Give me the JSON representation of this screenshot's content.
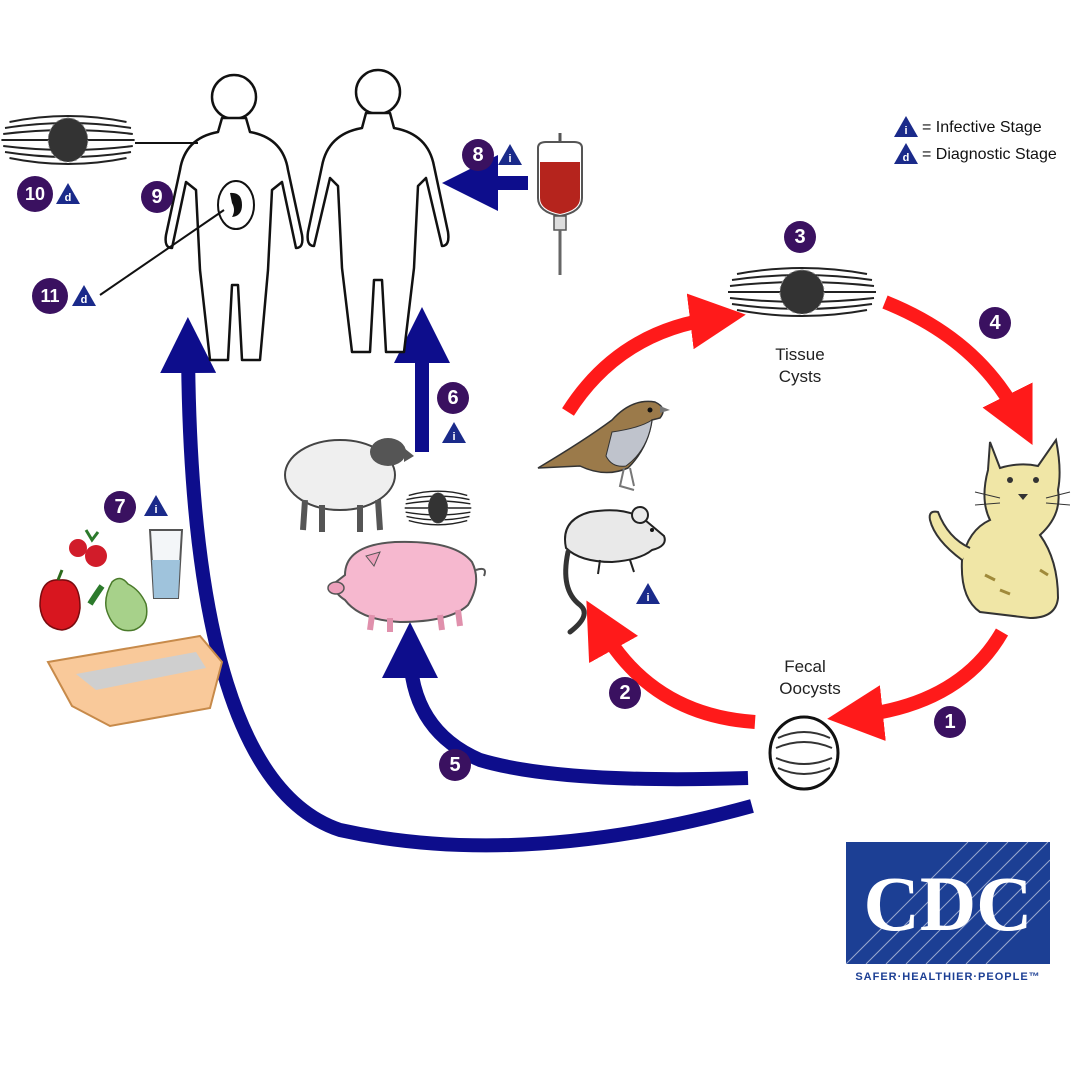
{
  "legend": {
    "infective_symbol": "i",
    "infective_label": "= Infective Stage",
    "diagnostic_symbol": "d",
    "diagnostic_label": "= Diagnostic Stage"
  },
  "labels": {
    "tissue_cysts": [
      "Tissue",
      "Cysts"
    ],
    "fecal_oocysts": [
      "Fecal",
      "Oocysts"
    ]
  },
  "steps": [
    "1",
    "2",
    "3",
    "4",
    "5",
    "6",
    "7",
    "8",
    "9",
    "10",
    "11"
  ],
  "stage_marks": {
    "step6": "i",
    "step7": "i",
    "step8": "i",
    "step10": "d",
    "step11": "d",
    "rodent": "i"
  },
  "logo": {
    "text": "CDC",
    "tagline": "SAFER·HEALTHIER·PEOPLE™"
  },
  "colors": {
    "red_arrow": "#ff1a1a",
    "blue_arrow": "#0d0d8c",
    "step_circle": "#3a1160",
    "stage_triangle": "#1a2a8a",
    "cdc_blue": "#1c3f94"
  }
}
